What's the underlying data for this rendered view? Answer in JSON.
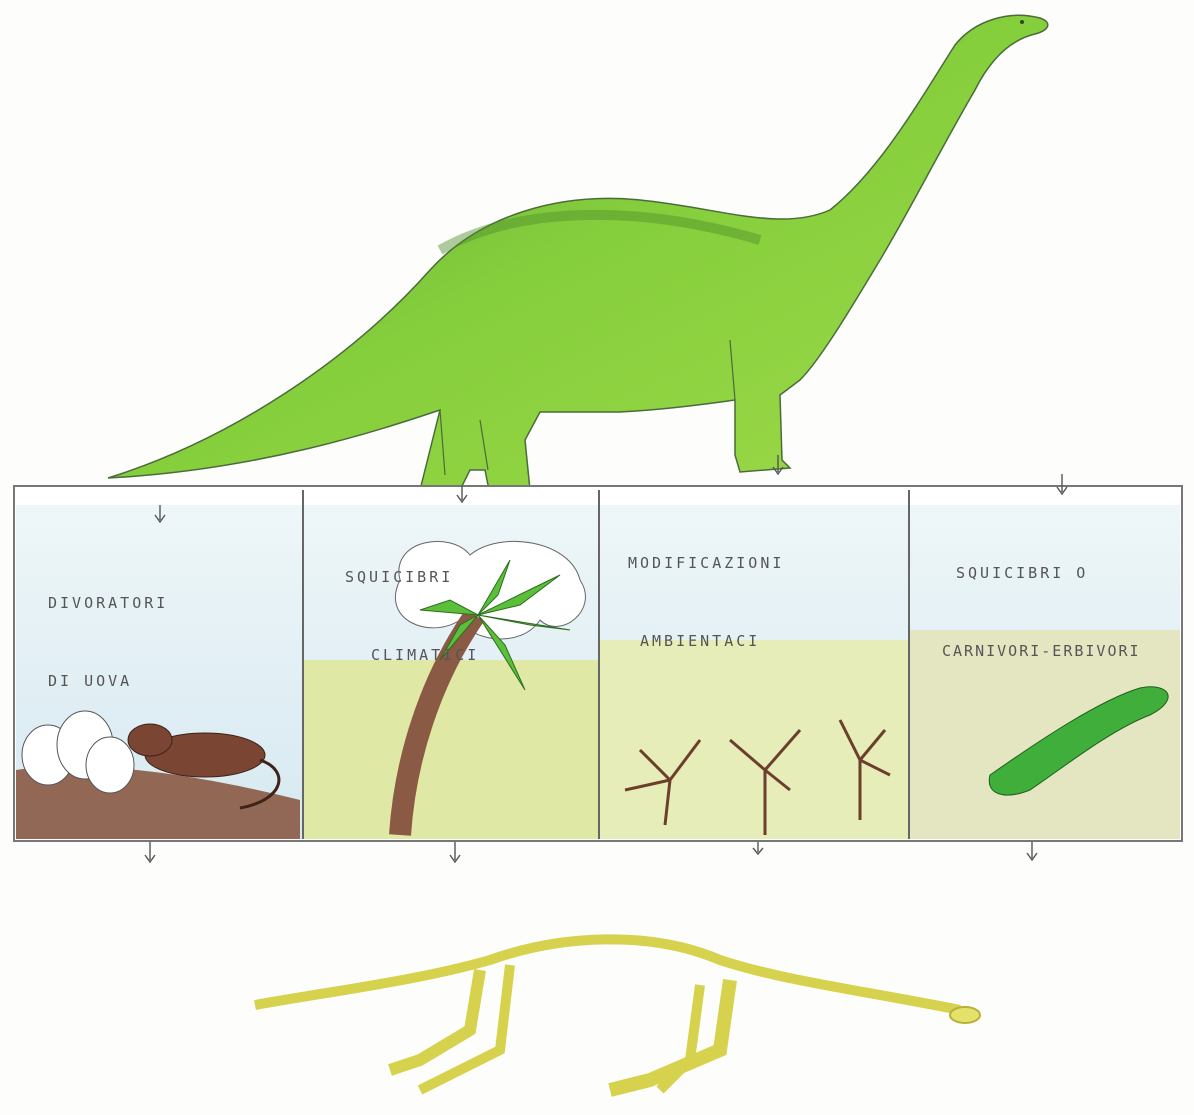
{
  "colors": {
    "dino_green": "#7cc63a",
    "dino_dark": "#4f8f2a",
    "sky": "#dcecf3",
    "ground_green": "#dfe9a5",
    "soil_brown": "#8a5a44",
    "skeleton_yellow": "#e4e26a"
  },
  "panels": [
    {
      "line1": "DIVORATORI",
      "line2": "DI UOVA",
      "icon": "egg-and-rodent"
    },
    {
      "line1": "SQUICIBRI",
      "line2": "CLIMATICI",
      "icon": "palm-tree"
    },
    {
      "line1": "MODIFICAZIONI",
      "line2": "AMBIENTACI",
      "icon": "dry-bushes"
    },
    {
      "line1": "SQUICIBRI O",
      "line2": "CARNIVORI-ERBIVORI",
      "icon": "crocodile"
    }
  ]
}
